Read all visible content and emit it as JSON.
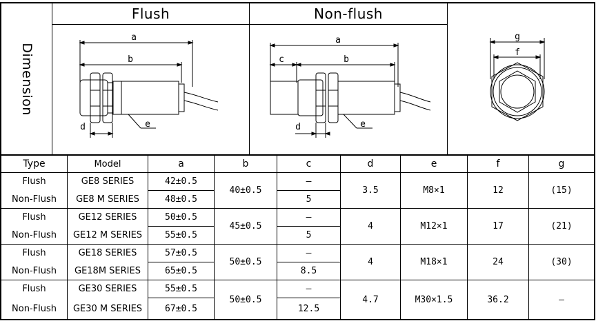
{
  "header": {
    "flush_title": "Flush",
    "nonflush_title": "Non-flush",
    "row_label": "Dimension"
  },
  "drawing_labels": {
    "a": "a",
    "b": "b",
    "c": "c",
    "d": "d",
    "e": "e",
    "f": "f",
    "g": "g"
  },
  "table": {
    "columns": [
      "Type",
      "Model",
      "a",
      "b",
      "c",
      "d",
      "e",
      "f",
      "g"
    ],
    "rows": [
      {
        "type": "Flush",
        "model": "GE8 SERIES",
        "a": "42±0.5",
        "c": "—"
      },
      {
        "type": "Non-Flush",
        "model": "GE8 M SERIES",
        "a": "48±0.5",
        "c": "5"
      },
      {
        "type": "Flush",
        "model": "GE12 SERIES",
        "a": "50±0.5",
        "c": "—"
      },
      {
        "type": "Non-Flush",
        "model": "GE12 M SERIES",
        "a": "55±0.5",
        "c": "5"
      },
      {
        "type": "Flush",
        "model": "GE18 SERIES",
        "a": "57±0.5",
        "c": "—"
      },
      {
        "type": "Non-Flush",
        "model": "GE18M SERIES",
        "a": "65±0.5",
        "c": "8.5"
      },
      {
        "type": "Flush",
        "model": "GE30 SERIES",
        "a": "55±0.5",
        "c": "—"
      },
      {
        "type": "Non-Flush",
        "model": "GE30 M SERIES",
        "a": "67±0.5",
        "c": "12.5"
      }
    ],
    "groups": [
      {
        "b": "40±0.5",
        "d": "3.5",
        "e": "M8×1",
        "f": "12",
        "g": "(15)"
      },
      {
        "b": "45±0.5",
        "d": "4",
        "e": "M12×1",
        "f": "17",
        "g": "(21)"
      },
      {
        "b": "50±0.5",
        "d": "4",
        "e": "M18×1",
        "f": "24",
        "g": "(30)"
      },
      {
        "b": "50±0.5",
        "d": "4.7",
        "e": "M30×1.5",
        "f": "36.2",
        "g": "—"
      }
    ]
  }
}
